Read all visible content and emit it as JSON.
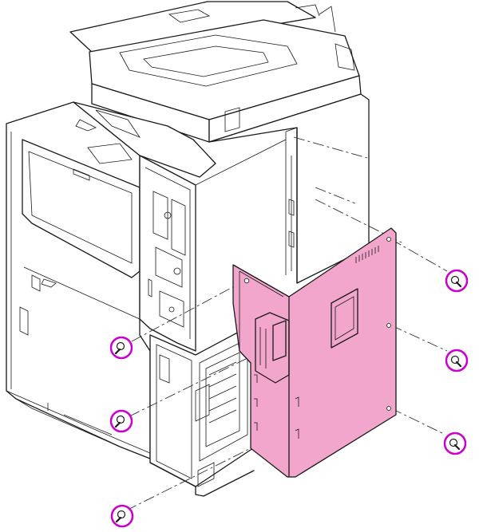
{
  "colors": {
    "panel_fill": "#f2a6cc",
    "screw_ring": "#cc00cc",
    "line": "#1a1a1a",
    "background": "#ffffff"
  },
  "callouts": {
    "screw_count": 6,
    "icon": "screw-icon",
    "marker": "circle-highlight"
  },
  "parts": {
    "highlighted": "side-cover-panel",
    "highlight_shape": "pink-fill"
  }
}
